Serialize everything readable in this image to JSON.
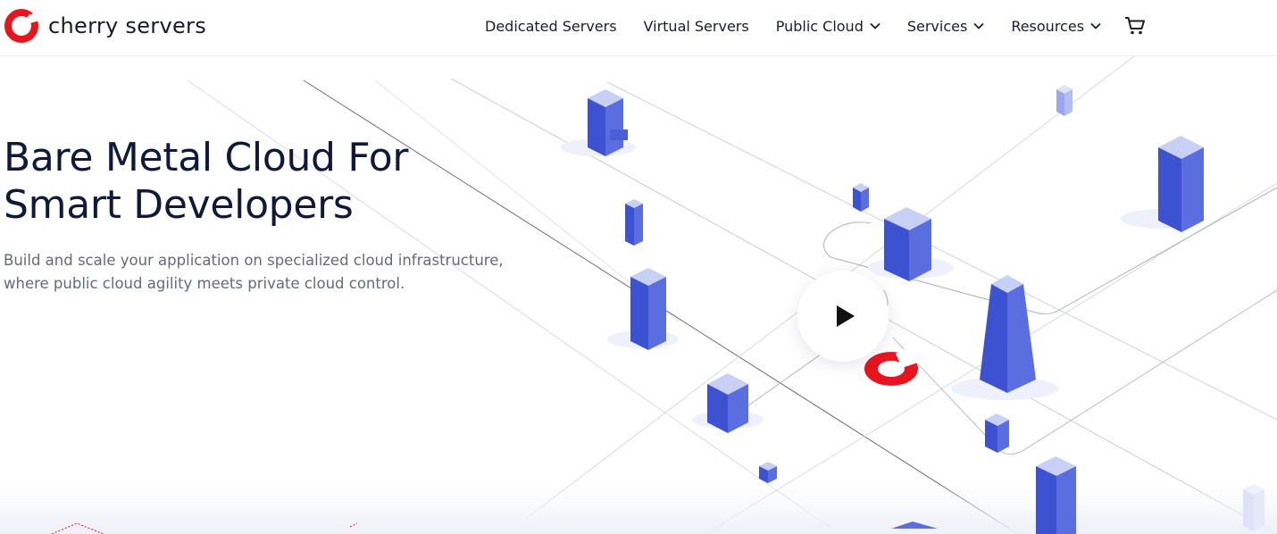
{
  "brand": {
    "name": "cherry servers",
    "accent": "#e8141e"
  },
  "nav": {
    "items": [
      {
        "label": "Dedicated Servers",
        "has_dropdown": false
      },
      {
        "label": "Virtual Servers",
        "has_dropdown": false
      },
      {
        "label": "Public Cloud",
        "has_dropdown": true
      },
      {
        "label": "Services",
        "has_dropdown": true
      },
      {
        "label": "Resources",
        "has_dropdown": true
      }
    ],
    "cart_icon": "cart-icon"
  },
  "hero": {
    "title_line1": "Bare Metal Cloud For",
    "title_line2": "Smart Developers",
    "subtitle_line1": "Build and scale your application on specialized cloud infrastructure,",
    "subtitle_line2": "where public cloud agility meets private cloud control."
  },
  "media": {
    "play_icon": "play-icon"
  },
  "colors": {
    "building": "#4a5ed8",
    "building_light": "#c8d0f6",
    "title": "#0f1a3a",
    "subtitle": "#646a78"
  }
}
